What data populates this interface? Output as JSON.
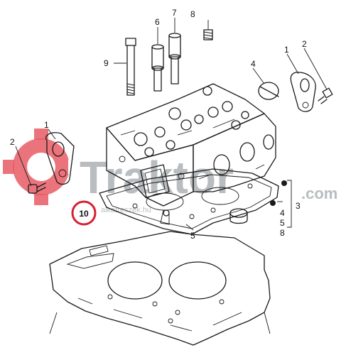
{
  "callouts": {
    "c1_right": "1",
    "c2_right": "2",
    "c4": "4",
    "c5": "5",
    "c6": "6",
    "c7": "7",
    "c8_top": "8",
    "c9": "9",
    "c1_left": "1",
    "c2_left": "2",
    "c3": "3",
    "c4_stack": "4",
    "c5_stack": "5",
    "c8_stack": "8",
    "c10": "10"
  },
  "watermark": {
    "brand": "Traktor",
    "suffix": ".com",
    "sub": "alkatreszek.hu"
  },
  "colors": {
    "line": "#1a1a1a",
    "watermark_gray": "#9ea3a8",
    "watermark_red": "#e54a55",
    "badge_red": "#d62032"
  }
}
